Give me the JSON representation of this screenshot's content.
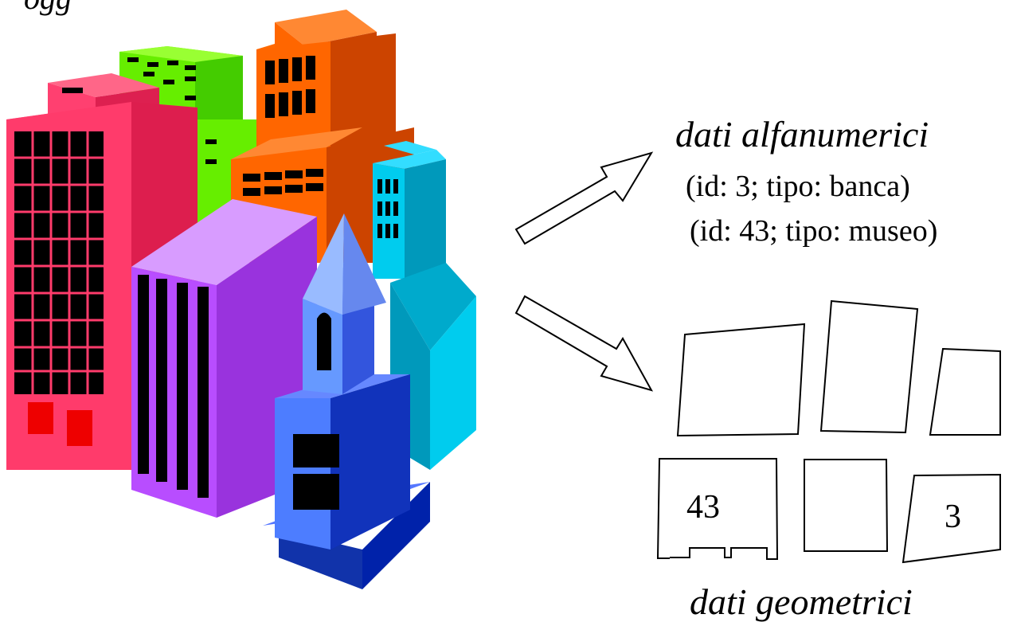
{
  "top_partial_text": "ogg",
  "alphanumeric": {
    "title": "dati alfanumerici",
    "records": [
      "(id: 3; tipo: banca)",
      "(id: 43; tipo: museo)"
    ]
  },
  "geometric": {
    "title": "dati geometrici",
    "labels": {
      "polygon_43": "43",
      "polygon_3": "3"
    }
  },
  "icons": [
    "city-buildings-clipart-icon",
    "arrow-up-right-icon",
    "arrow-down-right-icon"
  ],
  "colors": {
    "red_building": "#ff3b6b",
    "green_building": "#55ff00",
    "orange_building": "#ff6a00",
    "cyan_building": "#00ccee",
    "purple_building": "#b84dff",
    "blue_tower": "#4d7dff"
  }
}
